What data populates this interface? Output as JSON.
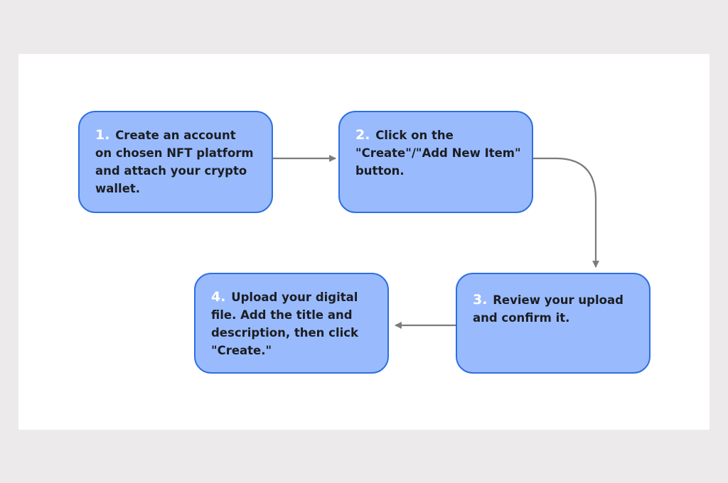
{
  "colors": {
    "page_background": "#eceaeb",
    "canvas": "#ffffff",
    "box_fill": "#99bbfd",
    "box_border": "#2f6fe0",
    "arrow": "#7b7b7b",
    "text": "#1c1d22",
    "number": "#ffffff"
  },
  "steps": [
    {
      "number": "1.",
      "lines": [
        "Create an account",
        "on chosen NFT platform",
        "and attach your crypto",
        "wallet."
      ]
    },
    {
      "number": "2.",
      "lines": [
        "Click on the",
        "\"Create\"/\"Add New Item\"",
        "button."
      ]
    },
    {
      "number": "3.",
      "lines": [
        "Review your upload",
        "and confirm it."
      ]
    },
    {
      "number": "4.",
      "lines": [
        "Upload your digital",
        "file. Add the title and",
        "description, then click",
        "\"Create.\""
      ]
    }
  ]
}
